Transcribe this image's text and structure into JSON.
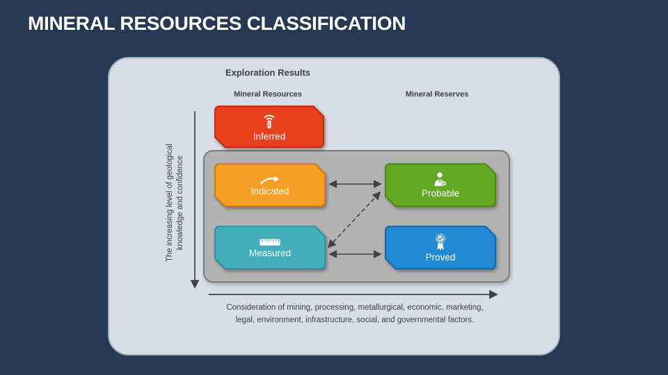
{
  "slide": {
    "title": "MINERAL RESOURCES CLASSIFICATION"
  },
  "diagram": {
    "heading": "Exploration Results",
    "columns": {
      "left": "Mineral Resources",
      "right": "Mineral Reserves"
    },
    "y_axis": {
      "line1": "The increasing level of geological",
      "line2": "knowledge and confidence"
    },
    "x_axis": {
      "line1": "Consideration of mining, processing, metallurgical, economic, marketing,",
      "line2": "legal, environment, infrastructure, social, and governmental factors."
    },
    "boxes": {
      "inferred": {
        "label": "Inferred",
        "icon": "wireless-probe-icon",
        "fill": "#E7401D",
        "border": "#C12E0F"
      },
      "indicated": {
        "label": "Indicated",
        "icon": "curved-arrow-icon",
        "fill": "#F59E26",
        "border": "#D07D0E"
      },
      "probable": {
        "label": "Probable",
        "icon": "person-badge-icon",
        "fill": "#63A822",
        "border": "#4B8B10"
      },
      "measured": {
        "label": "Measured",
        "icon": "ruler-icon",
        "fill": "#44AFBC",
        "border": "#2E93A0"
      },
      "proved": {
        "label": "Proved",
        "icon": "award-ribbon-icon",
        "fill": "#2289D3",
        "border": "#1068AD"
      }
    },
    "colors": {
      "background": "#253A52",
      "card": "#D8DDE6",
      "card_edge": "#9FAFC2",
      "panel": "#B3B3B3",
      "panel_border": "#7B7B7B",
      "arrow": "#3F4346",
      "text": "#3E4246"
    }
  }
}
